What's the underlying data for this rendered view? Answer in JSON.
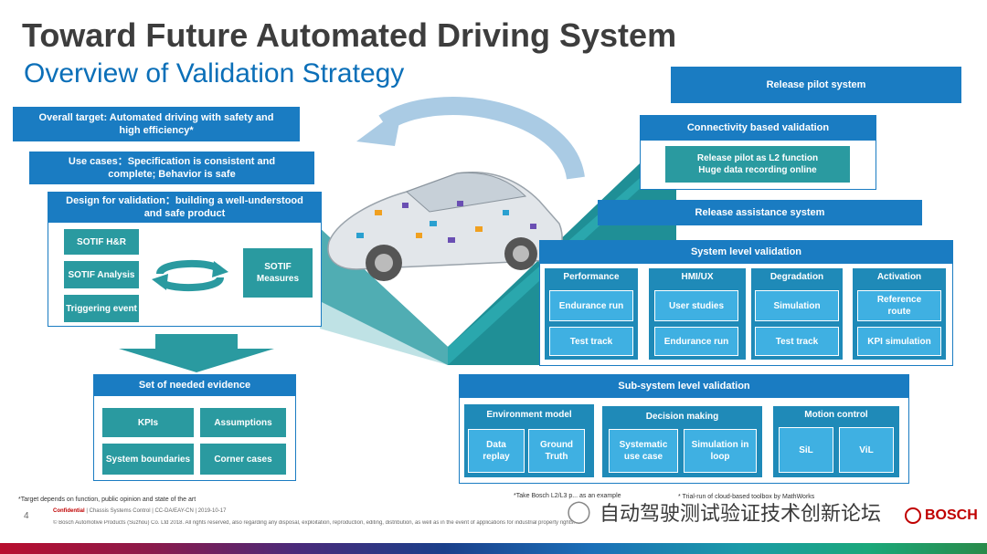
{
  "header": {
    "title": "Toward Future Automated Driving System",
    "subtitle": "Overview of Validation Strategy"
  },
  "left": {
    "overall_target": "Overall target: Automated driving with safety and high efficiency*",
    "use_cases": "Use cases：Specification is consistent and complete; Behavior is safe",
    "design": "Design for validation：building a well-understood and safe product",
    "sotif_hr": "SOTIF H&R",
    "sotif_analysis": "SOTIF Analysis",
    "triggering_event": "Triggering event",
    "sotif_measures": "SOTIF Measures",
    "evidence_title": "Set of needed evidence",
    "kpis": "KPIs",
    "assumptions": "Assumptions",
    "system_boundaries": "System boundaries",
    "corner_cases": "Corner cases"
  },
  "right": {
    "release_pilot": "Release pilot system",
    "connectivity": "Connectivity based validation",
    "pilot_note": "Release pilot as L2 function Huge data recording online",
    "release_assistance": "Release assistance system",
    "system_level": "System level validation",
    "columns": [
      {
        "title": "Performance",
        "items": [
          "Endurance run",
          "Test track"
        ]
      },
      {
        "title": "HMI/UX",
        "items": [
          "User studies",
          "Endurance run"
        ]
      },
      {
        "title": "Degradation",
        "items": [
          "Simulation",
          "Test track"
        ]
      },
      {
        "title": "Activation",
        "items": [
          "Reference route",
          "KPI simulation"
        ]
      }
    ],
    "subsystem": "Sub-system level validation",
    "sub_env": {
      "title": "Environment model",
      "items": [
        "Data replay",
        "Ground Truth"
      ]
    },
    "sub_dec": {
      "title": "Decision making",
      "items": [
        "Systematic use case",
        "Simulation in loop"
      ]
    },
    "sub_mot": {
      "title": "Motion control",
      "items": [
        "SiL",
        "ViL"
      ]
    }
  },
  "notes": {
    "target_note": "*Target depends on function, public opinion and state of the art",
    "take_note": "*Take Bosch L2/L3 p... as an example",
    "trial_note": "* Trial-run of cloud-based toolbox by MathWorks"
  },
  "footer": {
    "page_number": "4",
    "confidential": "Confidential",
    "info": " | Chassis Systems Control | CC-DA/EAY-CN | 2019-10-17",
    "copyright": "© Bosch Automotive Products (Suzhou) Co. Ltd 2018. All rights reserved, also regarding any disposal, exploitation, reproduction, editing, distribution, as well as in the event of applications for industrial property rights.",
    "watermark": "自动驾驶测试验证技术创新论坛",
    "brand": "BOSCH"
  },
  "colors": {
    "title": "#3d3d3d",
    "subtitle": "#0b6fb8",
    "blue": "#1a7cc2",
    "teal": "#2a9aa0",
    "cell": "#3fb0e2"
  }
}
